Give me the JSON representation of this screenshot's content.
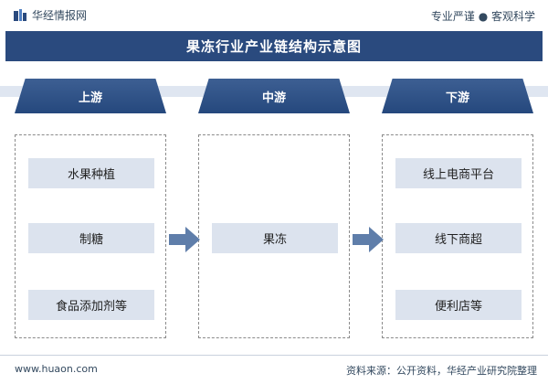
{
  "brand": {
    "logo_text": "华经情报网",
    "slogan": "专业严谨 ● 客观科学"
  },
  "title": "果冻行业产业链结构示意图",
  "stages": [
    {
      "header": "上游",
      "items": [
        "水果种植",
        "制糖",
        "食品添加剂等"
      ]
    },
    {
      "header": "中游",
      "items": [
        "果冻"
      ]
    },
    {
      "header": "下游",
      "items": [
        "线上电商平台",
        "线下商超",
        "便利店等"
      ]
    }
  ],
  "footer": {
    "url": "www.huaon.com",
    "source": "资料来源：公开资料，华经产业研究院整理"
  },
  "colors": {
    "title_bg": "#2a4a7e",
    "header": "#2f5289",
    "item_bg": "#dce3ee",
    "arrow": "#5f7eaa",
    "band": "#dfe6f1"
  }
}
